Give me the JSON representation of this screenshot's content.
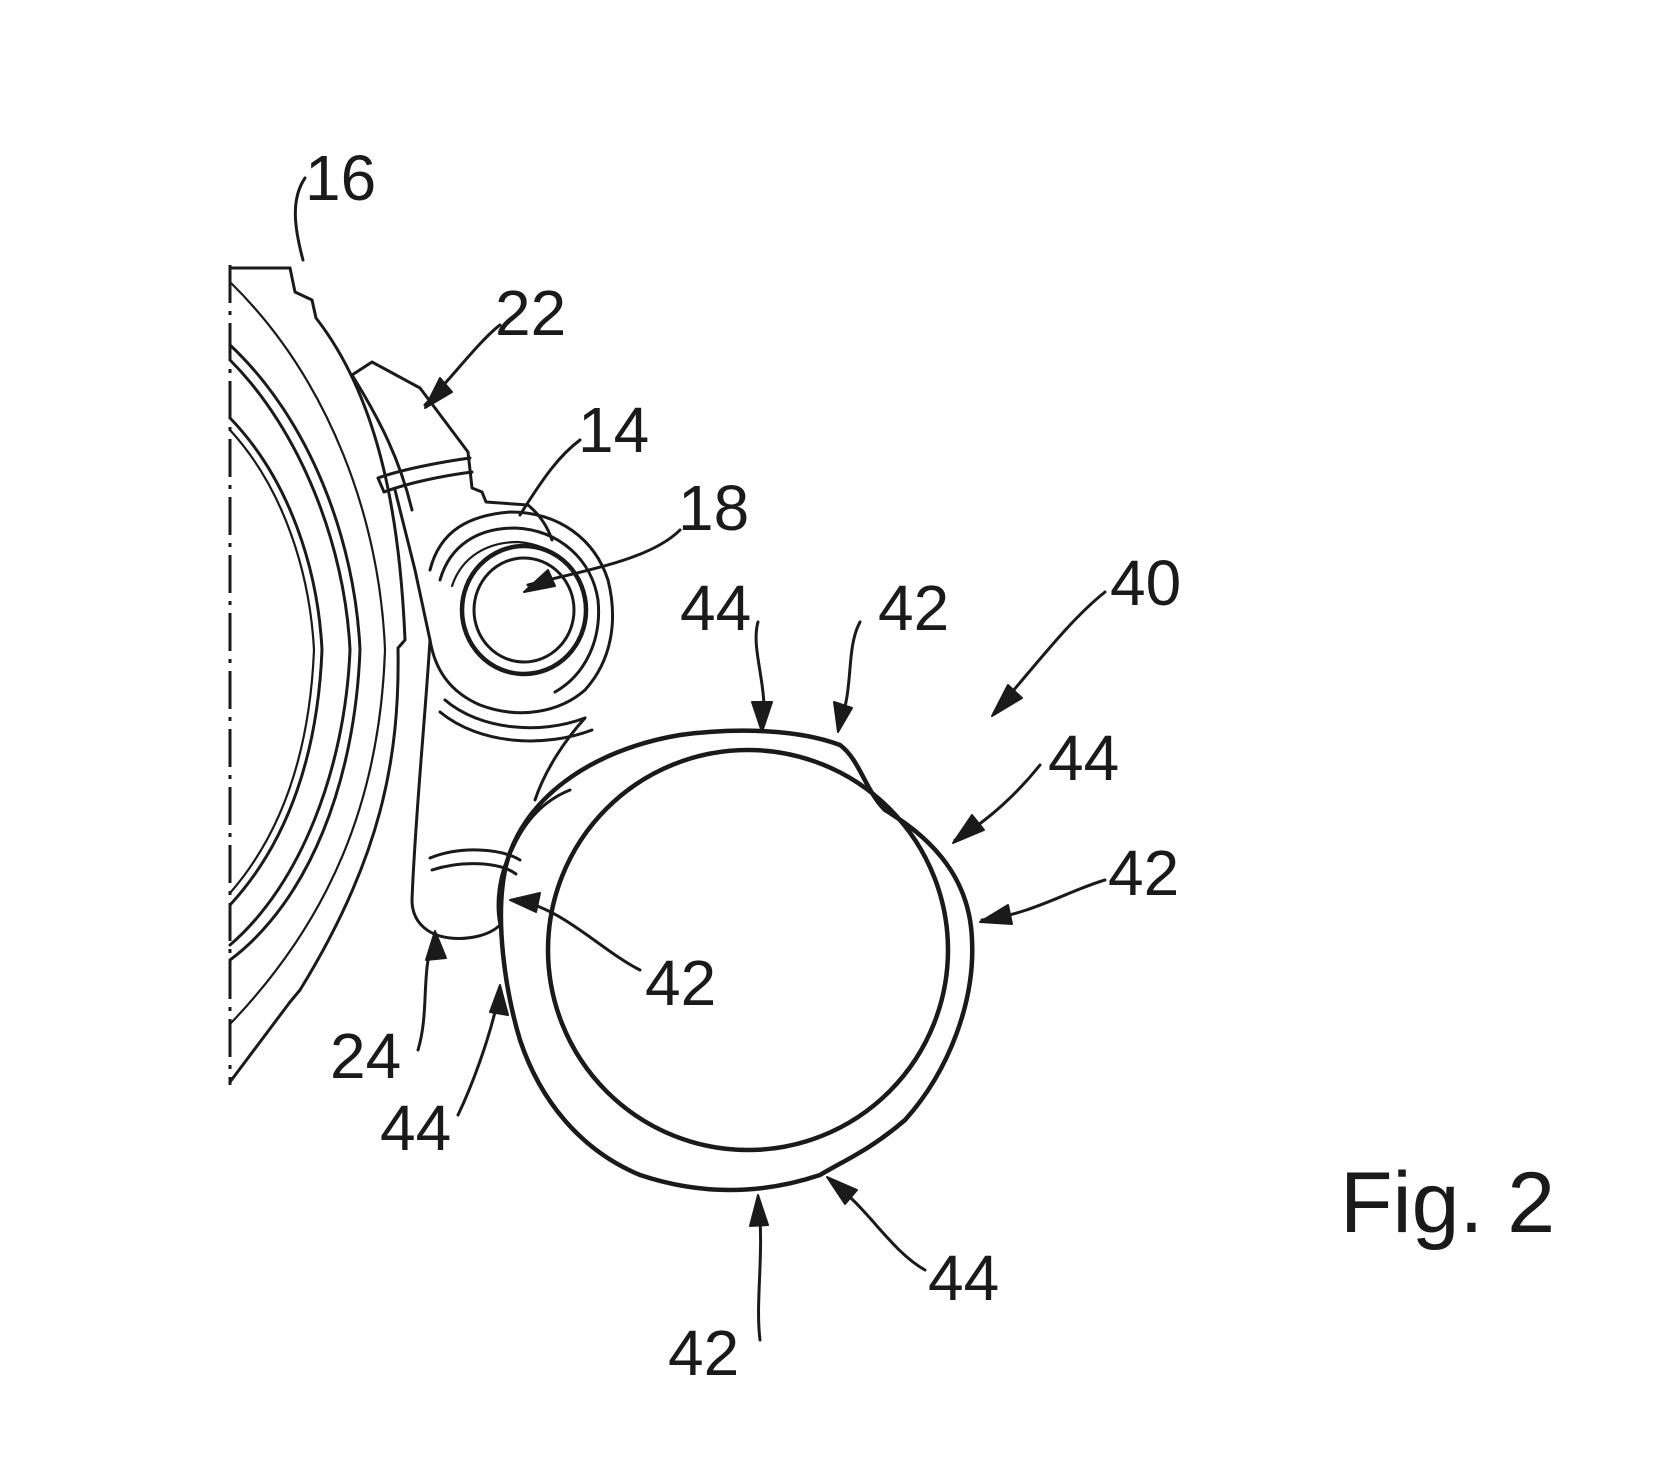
{
  "figure": {
    "caption": "Fig. 2",
    "labels": {
      "ref_16": "16",
      "ref_22": "22",
      "ref_14": "14",
      "ref_18": "18",
      "ref_40": "40",
      "ref_44_top": "44",
      "ref_42_top": "42",
      "ref_44_right": "44",
      "ref_42_right": "42",
      "ref_42_inner": "42",
      "ref_24": "24",
      "ref_44_left": "44",
      "ref_44_bottom": "44",
      "ref_42_bottom": "42"
    }
  }
}
